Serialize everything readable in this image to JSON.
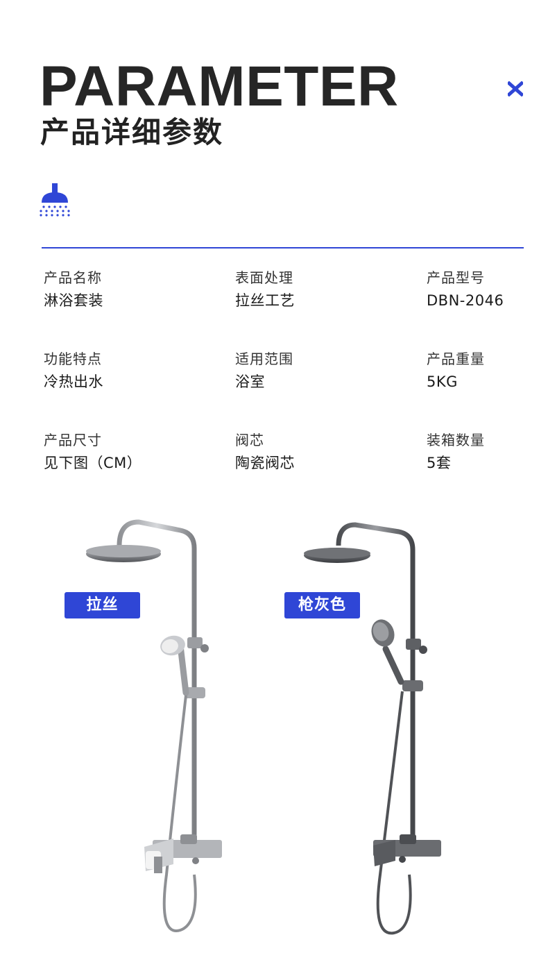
{
  "header": {
    "title_en": "PARAMETER",
    "title_cn": "产品详细参数"
  },
  "icons": {
    "close": "x-mark-icon",
    "shower": "shower-head-icon"
  },
  "colors": {
    "accent": "#2f46d6",
    "heading": "#262626"
  },
  "specs": [
    [
      {
        "label": "产品名称",
        "value": "淋浴套装"
      },
      {
        "label": "表面处理",
        "value": "拉丝工艺"
      },
      {
        "label": "产品型号",
        "value": "DBN-2046"
      }
    ],
    [
      {
        "label": "功能特点",
        "value": "冷热出水"
      },
      {
        "label": "适用范围",
        "value": "浴室"
      },
      {
        "label": "产品重量",
        "value": "5KG"
      }
    ],
    [
      {
        "label": "产品尺寸",
        "value": "见下图（CM）"
      },
      {
        "label": "阀芯",
        "value": "陶瓷阀芯"
      },
      {
        "label": "装箱数量",
        "value": "5套"
      }
    ]
  ],
  "products": [
    {
      "finish": "拉丝",
      "color": "#b9bbbe"
    },
    {
      "finish": "枪灰色",
      "color": "#6e7074"
    }
  ]
}
